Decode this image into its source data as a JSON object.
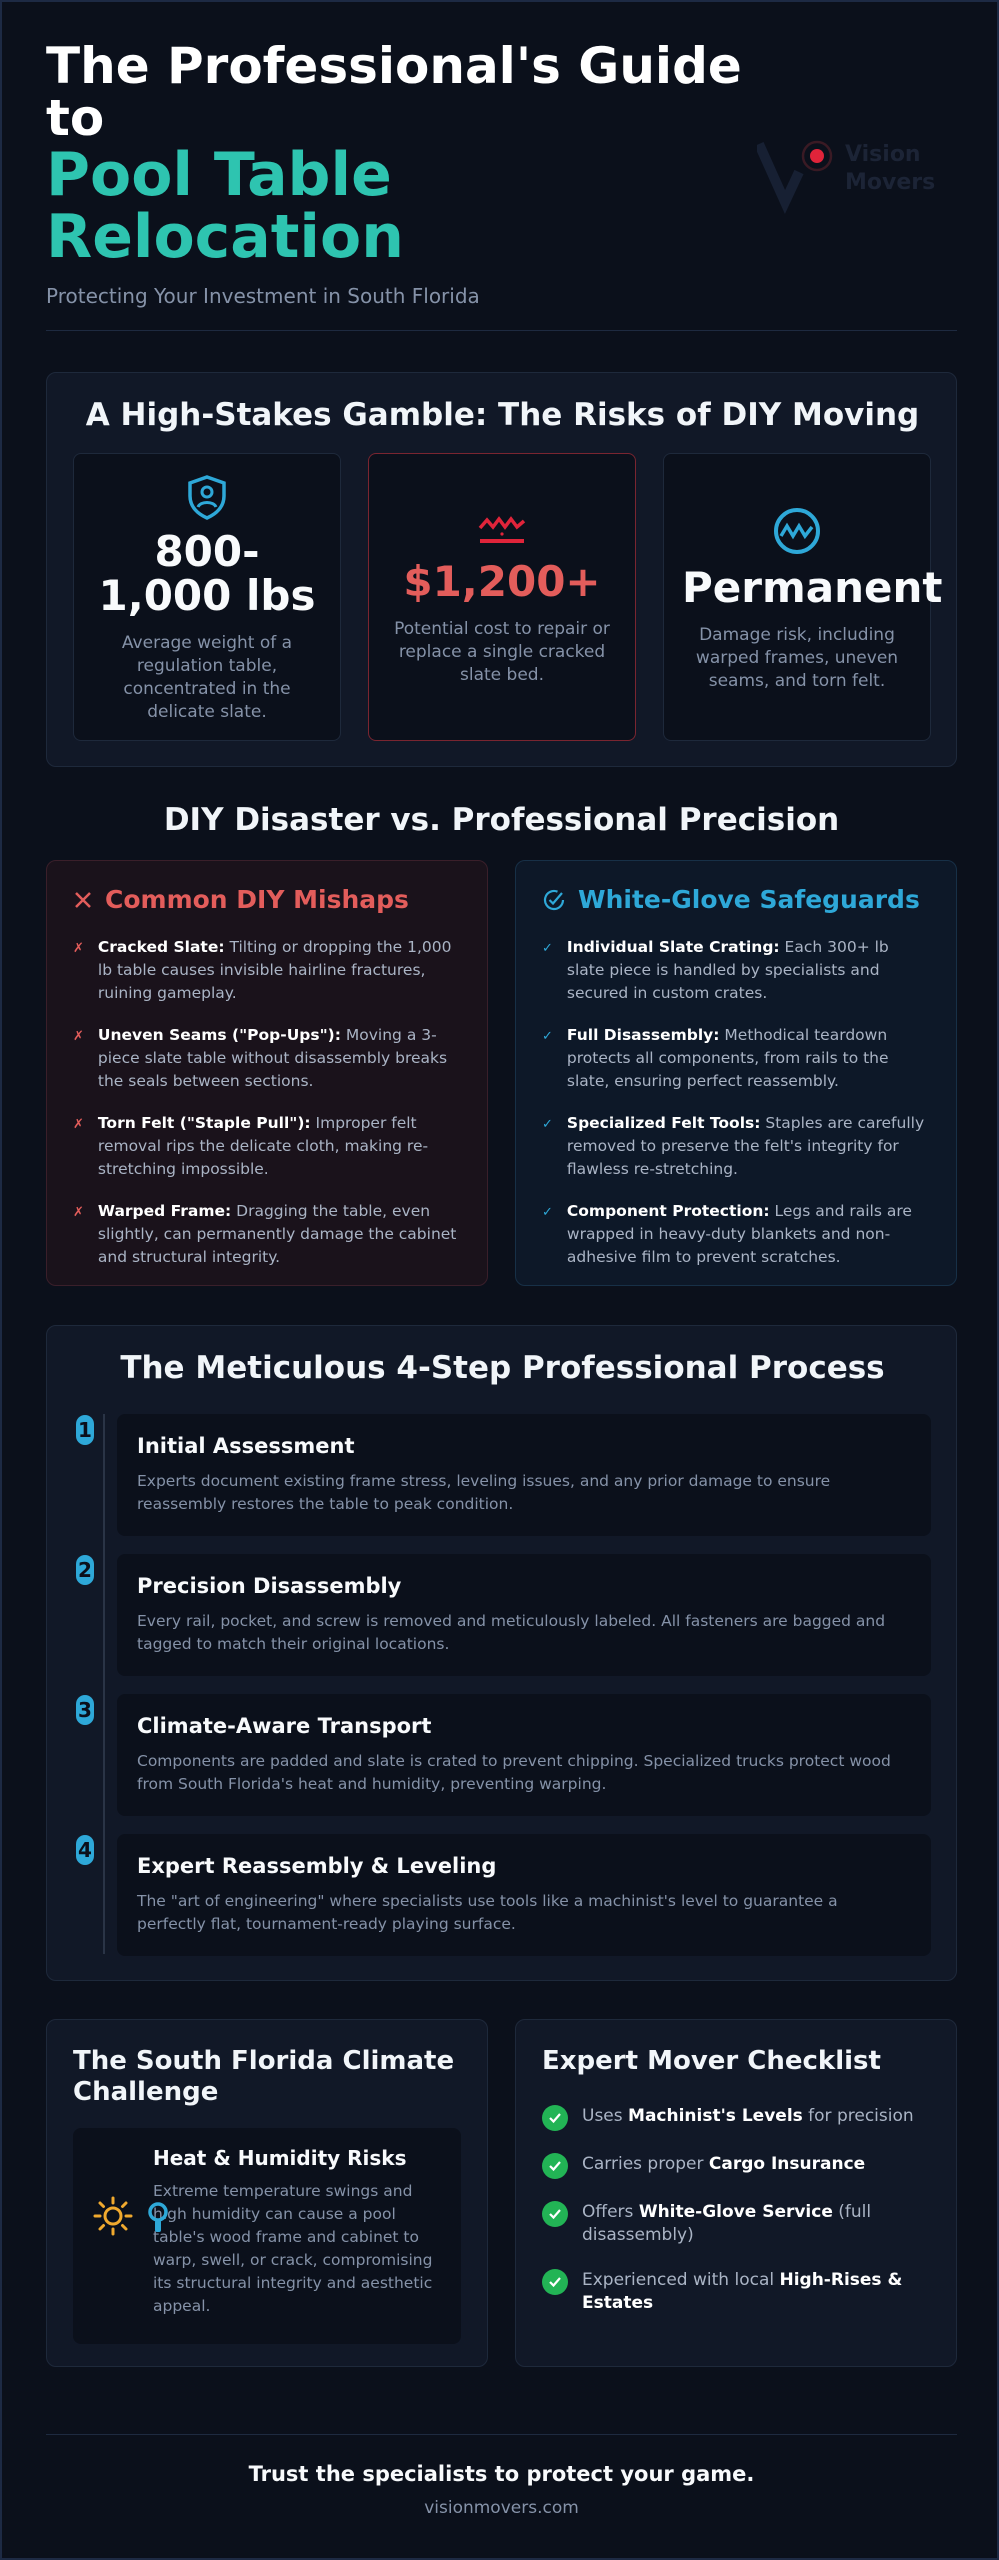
{
  "header": {
    "title_line1": "The Professional's Guide",
    "title_line2": "to",
    "title_accent1": "Pool Table",
    "title_accent2": "Relocation",
    "subtitle": "Protecting Your Investment in South Florida",
    "logo_text_1": "Vision",
    "logo_text_2": "Movers"
  },
  "risks": {
    "title": "A High-Stakes Gamble: The Risks of DIY Moving",
    "stats": [
      {
        "value": "800-1,000 lbs",
        "desc": "Average weight of a regulation table, concentrated in the delicate slate.",
        "icon": "user-shield-icon"
      },
      {
        "value": "$1,200+",
        "desc": "Potential cost to repair or replace a single cracked slate bed.",
        "icon": "cracked-slab-icon"
      },
      {
        "value": "Permanent",
        "desc": "Damage risk, including warped frames, uneven seams, and torn felt.",
        "icon": "warp-icon"
      }
    ]
  },
  "compare": {
    "title": "DIY Disaster vs. Professional Precision",
    "bad": {
      "heading": "Common DIY Mishaps",
      "items": [
        {
          "label": "Cracked Slate:",
          "text": " Tilting or dropping the 1,000 lb table causes invisible hairline fractures, ruining gameplay."
        },
        {
          "label": "Uneven Seams (\"Pop-Ups\"):",
          "text": " Moving a 3-piece slate table without disassembly breaks the seals between sections."
        },
        {
          "label": "Torn Felt (\"Staple Pull\"):",
          "text": " Improper felt removal rips the delicate cloth, making re-stretching impossible."
        },
        {
          "label": "Warped Frame:",
          "text": " Dragging the table, even slightly, can permanently damage the cabinet and structural integrity."
        }
      ]
    },
    "good": {
      "heading": "White-Glove Safeguards",
      "items": [
        {
          "label": "Individual Slate Crating:",
          "text": " Each 300+ lb slate piece is handled by specialists and secured in custom crates."
        },
        {
          "label": "Full Disassembly:",
          "text": " Methodical teardown protects all components, from rails to the slate, ensuring perfect reassembly."
        },
        {
          "label": "Specialized Felt Tools:",
          "text": " Staples are carefully removed to preserve the felt's integrity for flawless re-stretching."
        },
        {
          "label": "Component Protection:",
          "text": " Legs and rails are wrapped in heavy-duty blankets and non-adhesive film to prevent scratches."
        }
      ]
    }
  },
  "process": {
    "title": "The Meticulous 4-Step Professional Process",
    "steps": [
      {
        "num": "1",
        "title": "Initial Assessment",
        "desc": "Experts document existing frame stress, leveling issues, and any prior damage to ensure reassembly restores the table to peak condition."
      },
      {
        "num": "2",
        "title": "Precision Disassembly",
        "desc": "Every rail, pocket, and screw is removed and meticulously labeled. All fasteners are bagged and tagged to match their original locations."
      },
      {
        "num": "3",
        "title": "Climate-Aware Transport",
        "desc": "Components are padded and slate is crated to prevent chipping. Specialized trucks protect wood from South Florida's heat and humidity, preventing warping."
      },
      {
        "num": "4",
        "title": "Expert Reassembly & Leveling",
        "desc": "The \"art of engineering\" where specialists use tools like a machinist's level to guarantee a perfectly flat, tournament-ready playing surface."
      }
    ]
  },
  "climate": {
    "title": "The South Florida Climate Challenge",
    "risk_title": "Heat & Humidity Risks",
    "risk_desc": "Extreme temperature swings and high humidity can cause a pool table's wood frame and cabinet to warp, swell, or crack, compromising its structural integrity and aesthetic appeal."
  },
  "checklist": {
    "title": "Expert Mover Checklist",
    "items": [
      {
        "pre": "Uses ",
        "bold": "Machinist's Levels",
        "post": " for precision"
      },
      {
        "pre": "Carries proper ",
        "bold": "Cargo Insurance",
        "post": ""
      },
      {
        "pre": "Offers ",
        "bold": "White-Glove Service",
        "post": " (full disassembly)"
      },
      {
        "pre": "Experienced with local ",
        "bold": "High-Rises & Estates",
        "post": ""
      }
    ]
  },
  "footer": {
    "cta": "Trust the specialists to protect your game.",
    "url": "visionmovers.com"
  },
  "colors": {
    "teal": "#2ec4b0",
    "blue": "#2ea8d8",
    "red": "#e35d5b",
    "green": "#22b455"
  }
}
